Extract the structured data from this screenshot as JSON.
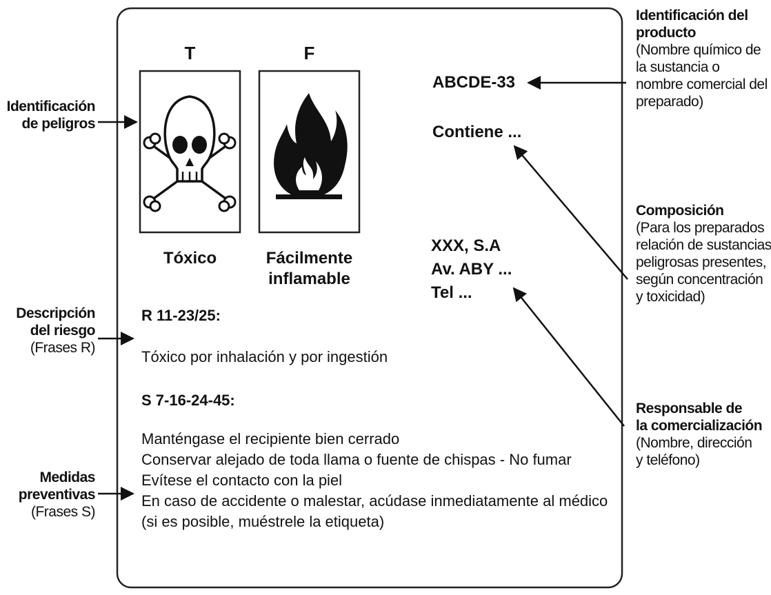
{
  "left_labels": {
    "hazard_id": [
      "Identificación",
      "de peligros"
    ],
    "risk_desc": [
      "Descripción",
      "del riesgo",
      "(Frases R)"
    ],
    "preventive": [
      "Medidas",
      "preventivas",
      "(Frases S)"
    ]
  },
  "right_labels": {
    "product_id_title": [
      "Identificación del",
      "producto"
    ],
    "product_id_desc": [
      "(Nombre químico de",
      "la sustancia o",
      "nombre comercial del",
      "preparado)"
    ],
    "composition_title": "Composición",
    "composition_desc": [
      "(Para los preparados",
      "relación de sustancias",
      "peligrosas presentes,",
      "según concentración",
      "y toxicidad)"
    ],
    "responsible_title": [
      "Responsable de",
      "la comercialización"
    ],
    "responsible_desc": [
      "(Nombre, dirección",
      "y teléfono)"
    ]
  },
  "label": {
    "pictograms": [
      {
        "letter": "T",
        "caption": [
          "Tóxico"
        ],
        "icon": "skull-crossbones"
      },
      {
        "letter": "F",
        "caption": [
          "Fácilmente",
          "inflamable"
        ],
        "icon": "flame"
      }
    ],
    "product_code": "ABCDE-33",
    "contains": "Contiene ...",
    "company": [
      "XXX, S.A",
      "Av. ABY ...",
      "Tel ..."
    ],
    "r_code": "R 11-23/25:",
    "r_text": "Tóxico por inhalación y por ingestión",
    "s_code": "S 7-16-24-45:",
    "s_lines": [
      "Manténgase el recipiente bien cerrado",
      "Conservar alejado de toda llama o fuente de chispas  -  No fumar",
      "Evítese el contacto con la piel",
      "En caso de accidente o malestar, acúdase inmediatamente al médico",
      "(si es posible, muéstrele la etiqueta)"
    ]
  }
}
